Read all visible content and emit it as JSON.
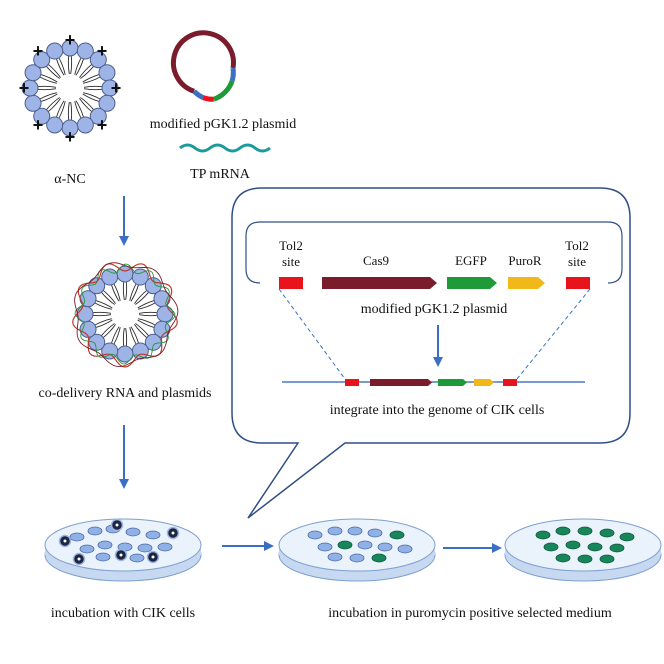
{
  "labels": {
    "nanocarrier": "α-NC",
    "plasmid_top": "modified pGK1.2 plasmid",
    "tp_mrna": "TP mRNA",
    "codelivery": "co-delivery RNA and plasmids",
    "incubation_cik": "incubation with CIK cells",
    "incubation_puro": "incubation in puromycin positive selected medium",
    "tol2_left_1": "Tol2",
    "tol2_left_2": "site",
    "cas9": "Cas9",
    "egfp": "EGFP",
    "puror": "PuroR",
    "tol2_right_1": "Tol2",
    "tol2_right_2": "site",
    "plasmid_callout": "modified pGK1.2 plasmid",
    "integrate": "integrate into the genome of CIK cells"
  },
  "charge_symbol": "+",
  "colors": {
    "arrow": "#3a6fc4",
    "bead_fill": "#9fb4e6",
    "bead_stroke": "#4d5f8f",
    "tol2": "#e8141c",
    "cas9": "#7a1c2c",
    "egfp": "#1f9a38",
    "puror": "#f2b81a",
    "mrna": "#1a9a9a",
    "cell_blue": "#8fb1e6",
    "cell_green": "#19855a",
    "dish_top": "#eaf2fb",
    "dish_side": "#c7d9f0"
  }
}
